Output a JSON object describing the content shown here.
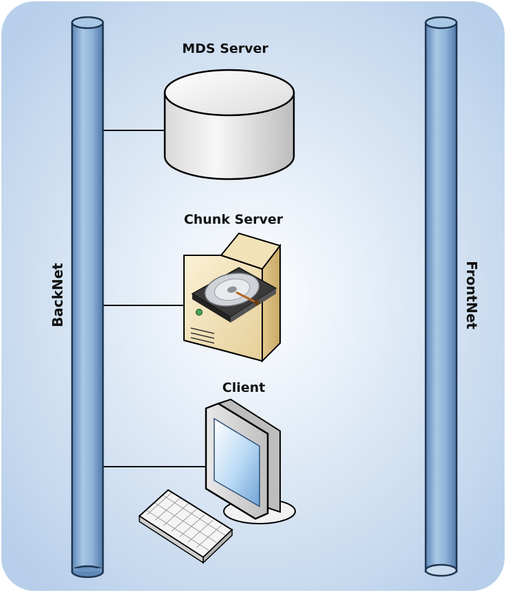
{
  "diagram": {
    "buses": {
      "back": {
        "label": "BackNet"
      },
      "front": {
        "label": "FrontNet"
      }
    },
    "nodes": {
      "mds": {
        "label": "MDS Server",
        "icon": "database-cylinder-icon"
      },
      "chunk": {
        "label": "Chunk Server",
        "icon": "server-tower-with-hard-disk-icon"
      },
      "client": {
        "label": "Client",
        "icon": "desktop-monitor-and-keyboard-icon"
      }
    },
    "colors": {
      "background_edge": "#b9d0ea",
      "background_center": "#ffffff",
      "pipe": "#7fa7cf",
      "pipe_outline": "#1e3550",
      "connector": "#000000"
    }
  }
}
